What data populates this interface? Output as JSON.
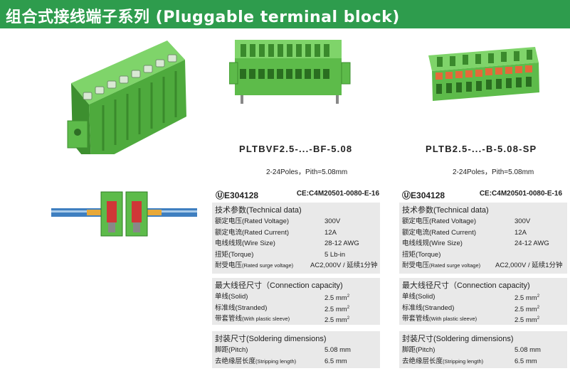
{
  "header": {
    "title": "组合式接线端子系列 (Pluggable terminal block)"
  },
  "products": [
    {
      "model": "PLTBVF2.5-...-BF-5.08",
      "poles": "2-24Poles，Pith=5.08mm",
      "cert_ul": "E304128",
      "cert_ce": "CE:C4M20501-0080-E-16",
      "technical": {
        "heading": "技术参数(Technical data)",
        "rows": [
          {
            "k": "额定电压(Rated Voltage)",
            "v": "300V"
          },
          {
            "k": "额定电流(Rated Current)",
            "v": "12A"
          },
          {
            "k": "电线线规(Wire Size)",
            "v": "28-12 AWG"
          },
          {
            "k": "扭矩(Torque)",
            "v": "5 Lb-in"
          },
          {
            "k": "耐受电压",
            "k_sm": "(Rated surge voltage)",
            "v": "AC2,000V / 延续1分钟"
          }
        ]
      },
      "capacity": {
        "heading": "最大线径尺寸（Connection capacity)",
        "rows": [
          {
            "k": "单线(Solid)",
            "v": "2.5 mm",
            "sup": "2"
          },
          {
            "k": "标准线(Stranded)",
            "v": "2.5 mm",
            "sup": "2"
          },
          {
            "k": "带套管线",
            "k_sm": "(With plastic sleeve)",
            "v": "2.5 mm",
            "sup": "2"
          }
        ]
      },
      "soldering": {
        "heading": "封装尺寸(Soldering dimensions)",
        "rows": [
          {
            "k": "脚距(Pitch)",
            "v": "5.08  mm"
          },
          {
            "k": "去绝缘层长度",
            "k_sm": "(Stripping length)",
            "v": "6.5 mm"
          }
        ]
      }
    },
    {
      "model": "PLTB2.5-...-B-5.08-SP",
      "poles": "2-24Poles，Pith=5.08mm",
      "cert_ul": "E304128",
      "cert_ce": "CE:C4M20501-0080-E-16",
      "technical": {
        "heading": "技术参数(Technical data)",
        "rows": [
          {
            "k": "额定电压(Rated Voltage)",
            "v": "300V"
          },
          {
            "k": "额定电流(Rated Current)",
            "v": "12A"
          },
          {
            "k": "电线线规(Wire Size)",
            "v": "24-12 AWG"
          },
          {
            "k": "扭矩(Torque)",
            "v": ""
          },
          {
            "k": "耐受电压",
            "k_sm": "(Rated surge voltage)",
            "v": "AC2,000V / 延续1分钟"
          }
        ]
      },
      "capacity": {
        "heading": "最大线径尺寸（Connection capacity)",
        "rows": [
          {
            "k": "单线(Solid)",
            "v": "2.5 mm",
            "sup": "2"
          },
          {
            "k": "标准线(Stranded)",
            "v": "2.5 mm",
            "sup": "2"
          },
          {
            "k": "带套管线",
            "k_sm": "(With plastic sleeve)",
            "v": "2.5 mm",
            "sup": "2"
          }
        ]
      },
      "soldering": {
        "heading": "封装尺寸(Soldering dimensions)",
        "rows": [
          {
            "k": "脚距(Pitch)",
            "v": "5.08  mm"
          },
          {
            "k": "去绝缘层长度",
            "k_sm": "(Stripping length)",
            "v": "6.5 mm"
          }
        ]
      }
    }
  ],
  "colors": {
    "header": "#2e9c4d",
    "connector_green": "#5dbb4a",
    "panel_bg": "#e9e9e9",
    "spring_orange": "#e46a3a",
    "wire_blue": "#3f7fc0"
  }
}
